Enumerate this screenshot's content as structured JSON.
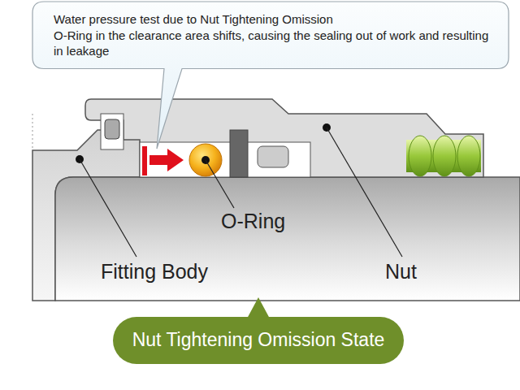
{
  "diagram": {
    "nodes": [
      {
        "text": [
          "Water pressure test due to Nut Tightening Omission",
          "O-Ring in the clearance area shifts, causing the sealing out of work and resulting in leakage"
        ]
      },
      {
        "text": [
          "Nut Tightening Omission State"
        ]
      }
    ],
    "labels": [
      "O-Ring",
      "Fitting Body",
      "Nut"
    ]
  }
}
